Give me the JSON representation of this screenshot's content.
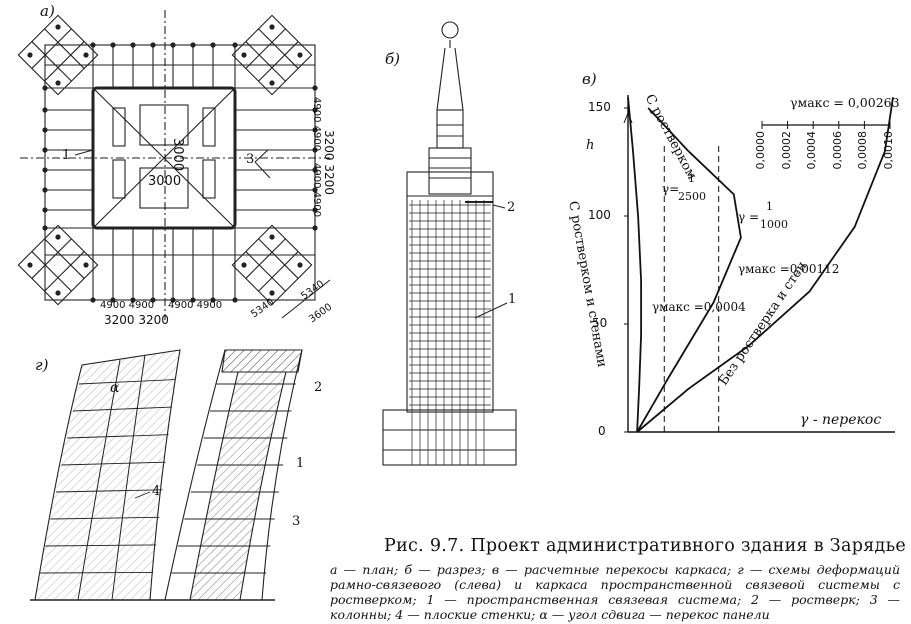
{
  "panels": {
    "a": "а)",
    "b": "б)",
    "v": "в)",
    "g": "г)"
  },
  "plan": {
    "dim_center_h": "3000",
    "dim_center_v": "3000",
    "dims_top_row": "4900 4900",
    "dims_bottom_row": "3200 3200",
    "dims_right_col_1": "4900 4900",
    "dims_right_col_2": "3200 3200",
    "dims_right_col_3": "4900 4900",
    "dim_diag_1": "5340",
    "dim_diag_2": "5340",
    "dim_diag_3": "3600",
    "label_1": "1",
    "label_3": "3"
  },
  "section": {
    "label_1": "1",
    "label_2": "2"
  },
  "deformation": {
    "alpha": "α",
    "label_4": "4",
    "label_2": "2",
    "label_1": "1",
    "label_3": "3"
  },
  "chart_data": {
    "type": "line",
    "title": "",
    "xlabel": "γ - перекос",
    "ylabel": "h",
    "ylim": [
      0,
      150
    ],
    "yticks": [
      0,
      50,
      100,
      150
    ],
    "xticks_inset": [
      "0,0000",
      "0,0002",
      "0,0004",
      "0,0006",
      "0,0008",
      "0,0010"
    ],
    "series": [
      {
        "name": "С ростверком и стенами",
        "points": [
          [
            9e-05,
            0
          ],
          [
            0.00011,
            20
          ],
          [
            0.00013,
            45
          ],
          [
            0.00013,
            70
          ],
          [
            0.0001,
            100
          ],
          [
            5e-05,
            130
          ],
          [
            0.0,
            155
          ]
        ]
      },
      {
        "name": "С ростверком",
        "points": [
          [
            9e-05,
            0
          ],
          [
            0.0004,
            25
          ],
          [
            0.00085,
            60
          ],
          [
            0.00112,
            90
          ],
          [
            0.00105,
            110
          ],
          [
            0.0006,
            130
          ],
          [
            0.0002,
            150
          ]
        ]
      },
      {
        "name": "Без ростверка и стен",
        "points": [
          [
            9e-05,
            0
          ],
          [
            0.0006,
            20
          ],
          [
            0.0012,
            40
          ],
          [
            0.0018,
            65
          ],
          [
            0.00225,
            95
          ],
          [
            0.00255,
            130
          ],
          [
            0.00263,
            155
          ]
        ]
      }
    ],
    "reference_lines": [
      {
        "label": "γ = 1/2500",
        "value": 0.0004
      },
      {
        "label": "γ = 1/1000",
        "value": 0.001
      }
    ],
    "annotations": {
      "gamma_max_top": "γмакс = 0,00263",
      "gamma_max_mid": "γмакс =0,00112",
      "gamma_max_low": "γмакс =0,0004",
      "ratio_2500_label": "γ=",
      "ratio_2500_num": "1",
      "ratio_2500_den": "2500",
      "ratio_1000_label": "γ =",
      "ratio_1000_num": "1",
      "ratio_1000_den": "1000"
    }
  },
  "caption": {
    "title": "Рис. 9.7. Проект административного здания в Зарядье",
    "legend": "а — план; б — разрез; в — расчетные перекосы каркаса; г — схемы деформаций рамно-связевого (слева) и каркаса пространственной связевой системы с ростверком; 1 — пространственная связевая система; 2 — ростверк; 3 — колонны; 4 — плоские стенки; α — угол сдвига — перекос панели"
  }
}
